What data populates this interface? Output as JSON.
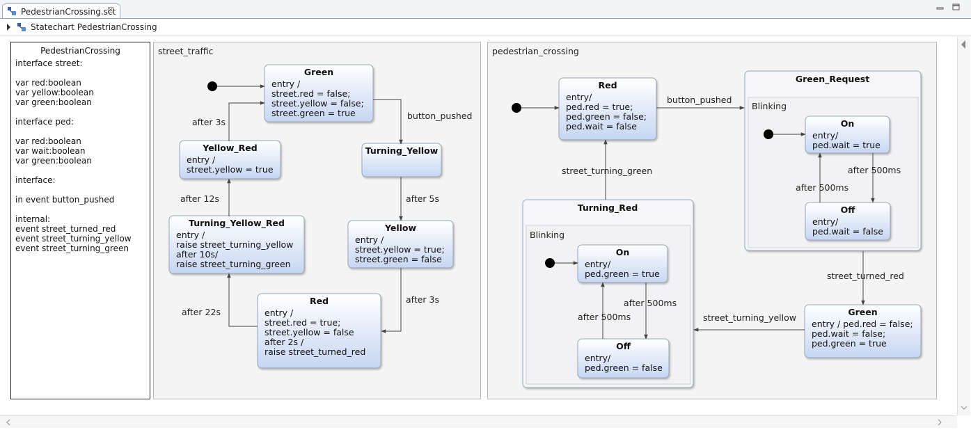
{
  "editor": {
    "tab_label": "PedestrianCrossing.sct",
    "tab_close_glyph": "☒",
    "breadcrumb_label": "Statechart PedestrianCrossing"
  },
  "definition": {
    "title": "PedestrianCrossing",
    "lines": [
      "interface street:",
      "",
      "var red:boolean",
      "var yellow:boolean",
      "var green:boolean",
      "",
      "interface ped:",
      "",
      "var red:boolean",
      "var wait:boolean",
      "var green:boolean",
      "",
      "interface:",
      "",
      "in event button_pushed",
      "",
      "internal:",
      "event street_turned_red",
      "event street_turning_yellow",
      "event street_turning_green"
    ]
  },
  "regions": {
    "street": "street_traffic",
    "pedestrian": "pedestrian_crossing"
  },
  "states": {
    "st_green": {
      "name": "Green",
      "body": [
        "entry /",
        "street.red = false;",
        "street.yellow = false;",
        "street.green = true"
      ]
    },
    "st_turning_yellow": {
      "name": "Turning_Yellow",
      "body": []
    },
    "st_yellow": {
      "name": "Yellow",
      "body": [
        "entry /",
        "street.yellow = true;",
        "street.green = false"
      ]
    },
    "st_red": {
      "name": "Red",
      "body": [
        "entry /",
        "street.red = true;",
        "street.yellow = false",
        "after 2s /",
        "raise street_turned_red"
      ]
    },
    "st_tyr": {
      "name": "Turning_Yellow_Red",
      "body": [
        "entry /",
        "raise street_turning_yellow",
        "after 10s/",
        "raise street_turning_green"
      ]
    },
    "st_yellow_red": {
      "name": "Yellow_Red",
      "body": [
        "entry /",
        "street.yellow = true"
      ]
    },
    "pd_red": {
      "name": "Red",
      "body": [
        "entry/",
        "ped.red = true;",
        "ped.green = false;",
        "ped.wait = false"
      ]
    },
    "pd_green_request": {
      "name": "Green_Request",
      "body": []
    },
    "pd_gr_on": {
      "name": "On",
      "body": [
        "entry/",
        "ped.wait = true"
      ]
    },
    "pd_gr_off": {
      "name": "Off",
      "body": [
        "entry/",
        "ped.wait = false"
      ]
    },
    "pd_turning_red": {
      "name": "Turning_Red",
      "body": []
    },
    "pd_tr_on": {
      "name": "On",
      "body": [
        "entry/",
        "ped.green = true"
      ]
    },
    "pd_tr_off": {
      "name": "Off",
      "body": [
        "entry/",
        "ped.green = false"
      ]
    },
    "pd_green": {
      "name": "Green",
      "body": [
        "entry / ped.red = false;",
        "ped.wait = false;",
        "ped.green = true"
      ]
    }
  },
  "composite_regions": {
    "gr_blinking": "Blinking",
    "tr_blinking": "Blinking"
  },
  "transitions": {
    "t_green_ty": "button_pushed",
    "t_ty_yellow": "after 5s",
    "t_yellow_red": "after 3s",
    "t_red_tyr": "after 22s",
    "t_tyr_yr": "after 12s",
    "t_yr_green": "after 3s",
    "t_pred_gr": "button_pushed",
    "t_gr_on_off": "after 500ms",
    "t_gr_off_on": "after 500ms",
    "t_gr_green": "street_turned_red",
    "t_green_tr": "street_turning_yellow",
    "t_tr_red": "street_turning_green",
    "t_tr_on_off": "after 500ms",
    "t_tr_off_on": "after 500ms"
  },
  "colors": {
    "state_top": "#ffffff",
    "state_bottom": "#c6d6f2",
    "state_border": "#9aa6b8",
    "composite_fill": "#f2f2f4",
    "arrow": "#444444"
  }
}
